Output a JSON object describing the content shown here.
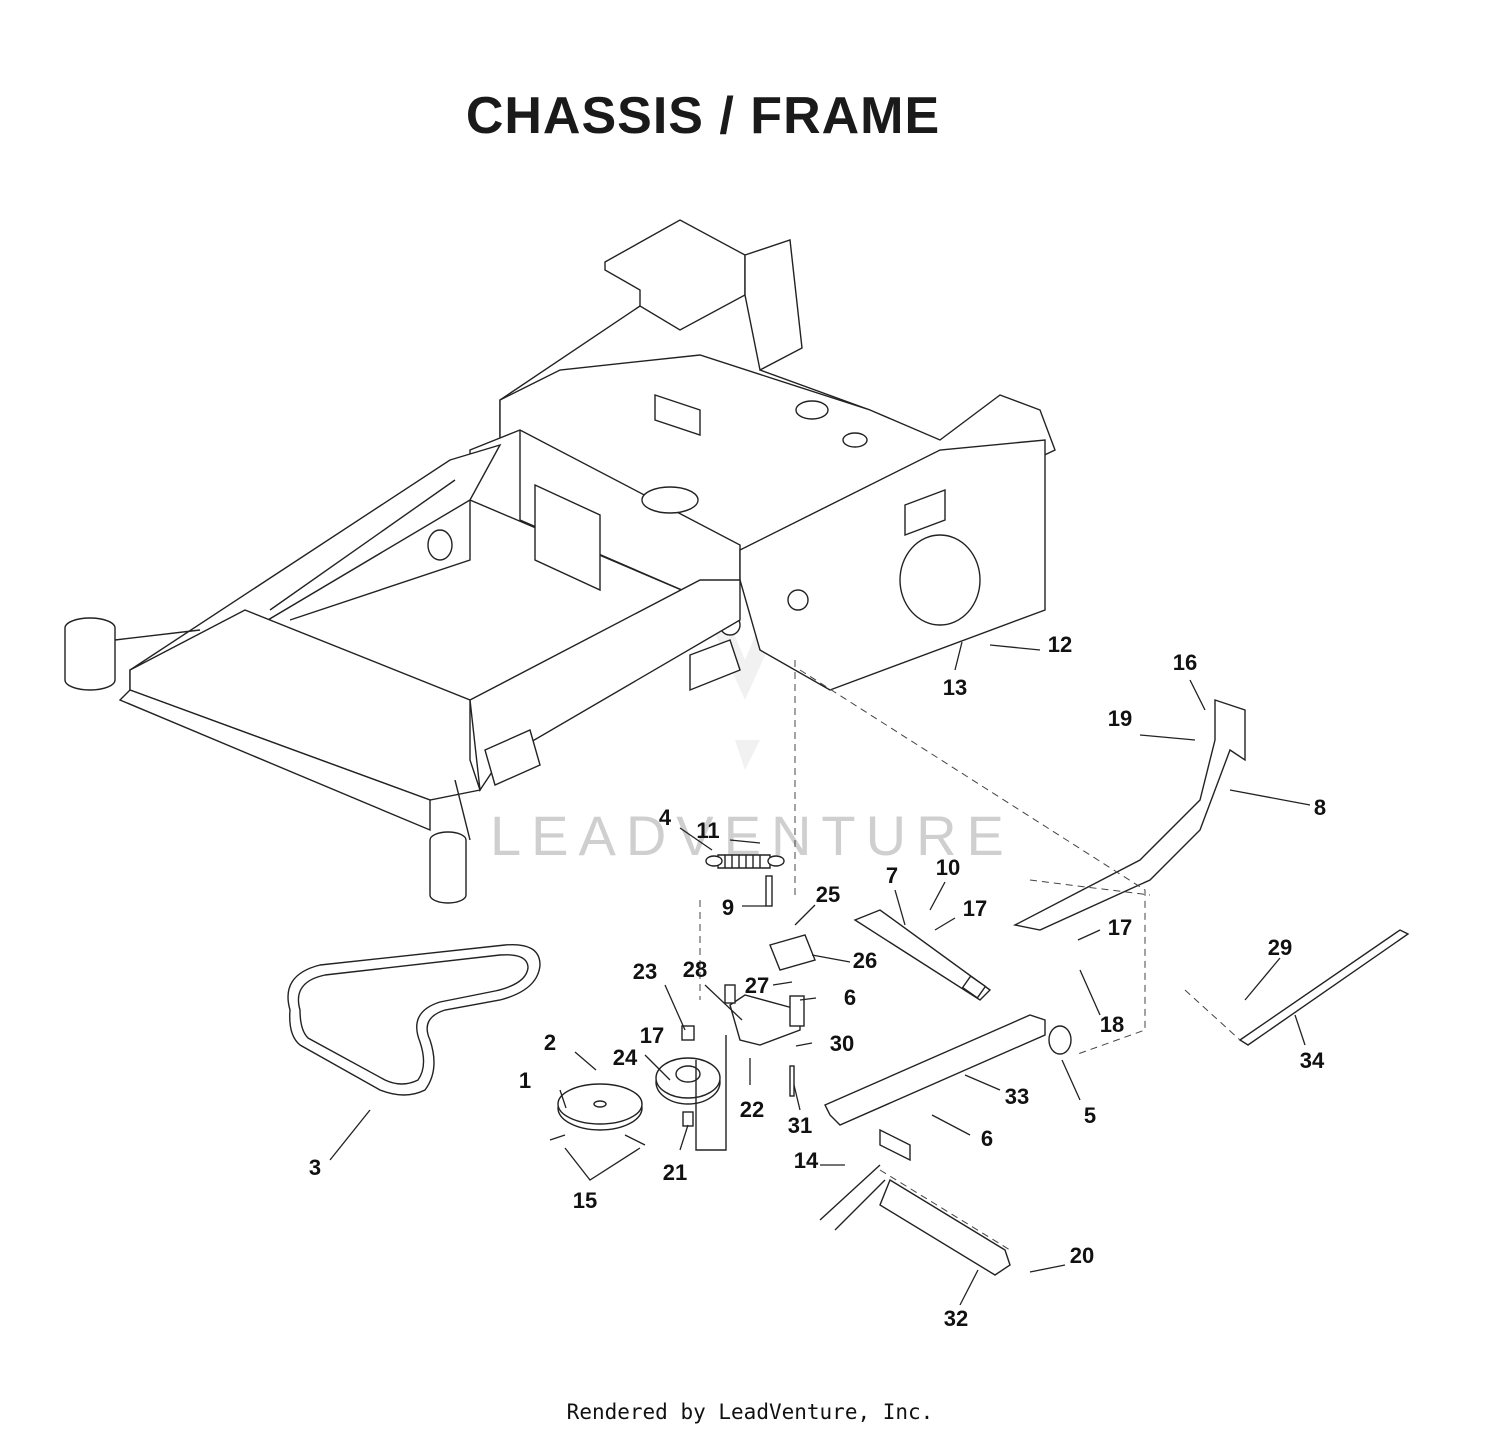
{
  "title": "CHASSIS / FRAME",
  "footer": "Rendered by LeadVenture, Inc.",
  "watermark": "LEADVENTURE",
  "callouts": [
    "1",
    "2",
    "3",
    "4",
    "5",
    "6",
    "6",
    "7",
    "8",
    "9",
    "10",
    "11",
    "12",
    "13",
    "14",
    "15",
    "16",
    "17",
    "17",
    "17",
    "18",
    "19",
    "20",
    "21",
    "22",
    "23",
    "24",
    "25",
    "26",
    "27",
    "28",
    "29",
    "30",
    "31",
    "32",
    "33",
    "34"
  ]
}
